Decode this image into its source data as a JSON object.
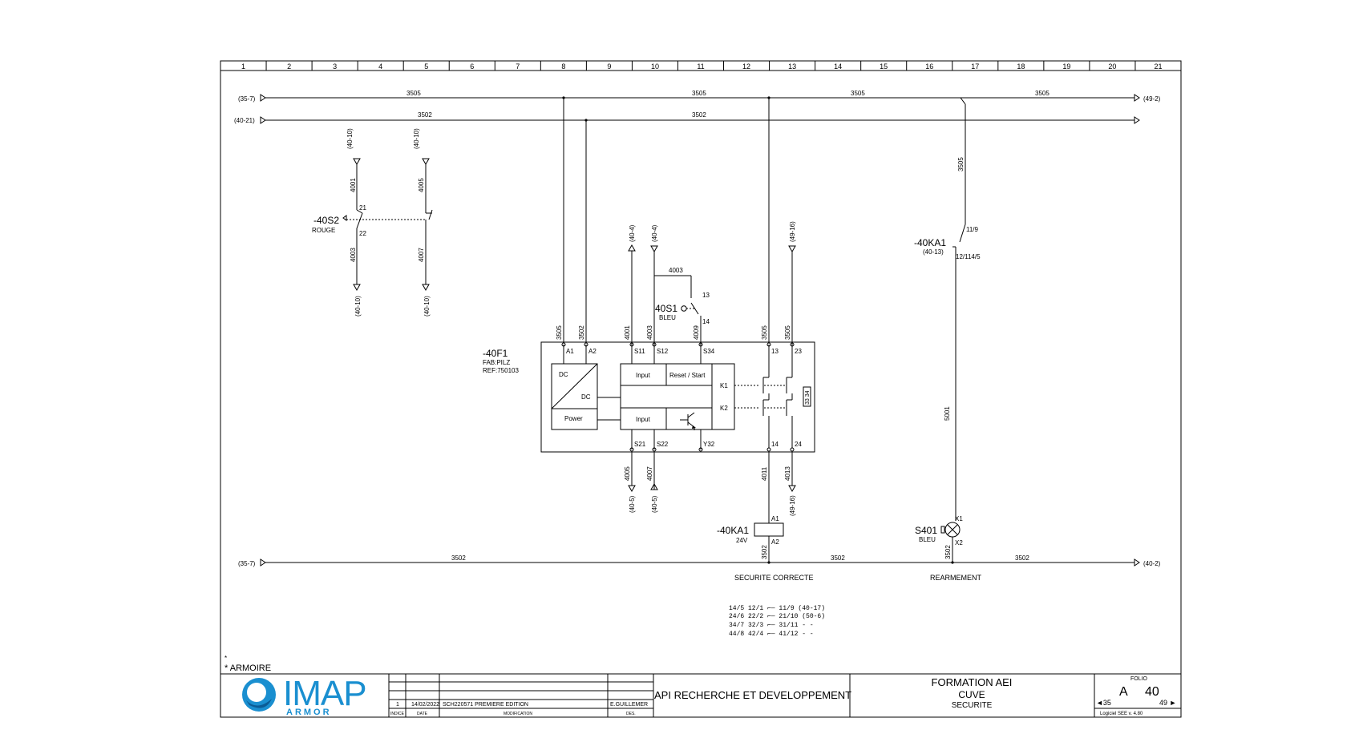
{
  "columns": [
    "1",
    "2",
    "3",
    "4",
    "5",
    "6",
    "7",
    "8",
    "9",
    "10",
    "11",
    "12",
    "13",
    "14",
    "15",
    "16",
    "17",
    "18",
    "19",
    "20",
    "21"
  ],
  "rails": {
    "top1": {
      "ref_left": "(35-7)",
      "ref_right": "(49-2)",
      "labels": [
        "3505",
        "3505",
        "3505",
        "3505"
      ]
    },
    "top2": {
      "ref_left": "(40-21)",
      "labels": [
        "3502",
        "3502"
      ]
    },
    "bottom": {
      "ref_left": "(35-7)",
      "ref_right": "(40-2)",
      "labels": [
        "3502",
        "3502",
        "3502"
      ]
    }
  },
  "switch_s2": {
    "name": "-40S2",
    "color": "ROUGE",
    "pin_top": "21",
    "pin_bottom": "22",
    "wires": [
      "4001",
      "4003",
      "4005",
      "4007"
    ],
    "refs": [
      "(40-10)",
      "(40-10)",
      "(40-10)",
      "(40-10)"
    ]
  },
  "relay_f1": {
    "name": "-40F1",
    "fab": "FAB:PILZ",
    "ref": "REF:750103",
    "top_terminals": [
      "A1",
      "A2",
      "S11",
      "S12",
      "S34",
      "13",
      "23"
    ],
    "bottom_terminals": [
      "S21",
      "S22",
      "Y32",
      "14",
      "24"
    ],
    "top_wires": [
      "3505",
      "3502",
      "4001",
      "4003",
      "4009",
      "3505",
      "3505"
    ],
    "bottom_wires": [
      "4005",
      "4007",
      "4011",
      "4013"
    ],
    "top_refs": [
      "(40-4)",
      "(40-4)",
      "(49-16)"
    ],
    "bottom_refs": [
      "(40-5)",
      "(40-5)",
      "(49-16)"
    ],
    "inner": {
      "dc1": "DC",
      "dc2": "DC",
      "power": "Power",
      "input1": "Input",
      "reset": "Reset / Start",
      "input2": "Input",
      "k1": "K1",
      "k2": "K2",
      "side_block": "33 34"
    }
  },
  "button_s1": {
    "name": "40S1",
    "color": "BLEU",
    "pin_top": "13",
    "pin_bottom": "14",
    "wire": "4003"
  },
  "relay_ka1": {
    "name": "-40KA1",
    "ref": "(40-13)",
    "pins": [
      "11/9",
      "12/114/5"
    ],
    "wire_top": "3505",
    "wire_mid": "5001"
  },
  "coil_ka1": {
    "name": "-40KA1",
    "voltage": "24V",
    "pin_top": "A1",
    "pin_bottom": "A2",
    "wire": "3502"
  },
  "lamp_s401": {
    "name": "S401",
    "color": "BLEU",
    "pin_top": "X1",
    "pin_bottom": "X2",
    "wire": "3502"
  },
  "captions": {
    "securite": "SECURITE CORRECTE",
    "rearmement": "REARMEMENT"
  },
  "contacts_table": [
    "14/5 12/1 ⌐— 11/9 (40-17)",
    "24/6 22/2 ⌐— 21/10 (50-6)",
    "34/7 32/3 ⌐— 31/11 - -",
    "44/8 42/4 ⌐— 41/12 - -"
  ],
  "location": {
    "star": "*",
    "armoire": "* ARMOIRE"
  },
  "cartouche": {
    "logo_text": "IMAP",
    "logo_sub": "ARMOR",
    "rev_index": "1",
    "rev_date": "14/02/2022",
    "rev_mod": "SCH220571 PREMIERE EDITION",
    "rev_author": "E.GUILLEMER",
    "hdr_index": "INDICE",
    "hdr_date": "DATE",
    "hdr_mod": "MODIFICATION",
    "hdr_author": "DES.",
    "company": "API RECHERCHE ET DEVELOPPEMENT",
    "project_title": "FORMATION AEI",
    "project_sub1": "CUVE",
    "project_sub2": "SECURITE",
    "folio_label": "FOLIO",
    "folio_letter": "A",
    "folio_num": "40",
    "prev": "◄35",
    "next": "49 ►",
    "software": "Logiciel SEE v. 4.80"
  },
  "colors": {
    "logo_blue": "#1a8fd0",
    "logo_dark": "#0b5c96",
    "line": "#000000"
  }
}
